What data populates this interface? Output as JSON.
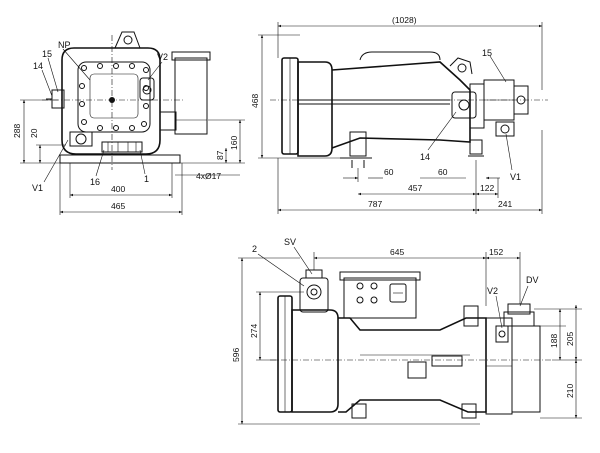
{
  "front_view": {
    "labels": {
      "np": "NP",
      "v2": "V2",
      "c15": "15",
      "c14": "14",
      "v1": "V1",
      "c16": "16",
      "c1": "1"
    },
    "dims": {
      "d288": "288",
      "d20": "20",
      "d87": "87",
      "d160": "160",
      "d4x17": "4xØ17",
      "d400": "400",
      "d465": "465"
    }
  },
  "side_view": {
    "labels": {
      "c15": "15",
      "c14": "14",
      "v1": "V1"
    },
    "dims": {
      "d1028": "(1028)",
      "d468": "468",
      "d60a": "60",
      "d60b": "60",
      "d457": "457",
      "d122": "122",
      "d787": "787",
      "d241": "241"
    }
  },
  "top_view": {
    "labels": {
      "c2": "2",
      "sv": "SV",
      "v2": "V2",
      "dv": "DV"
    },
    "dims": {
      "d645": "645",
      "d152": "152",
      "d274": "274",
      "d596": "596",
      "d188": "188",
      "d205": "205",
      "d210": "210"
    }
  }
}
